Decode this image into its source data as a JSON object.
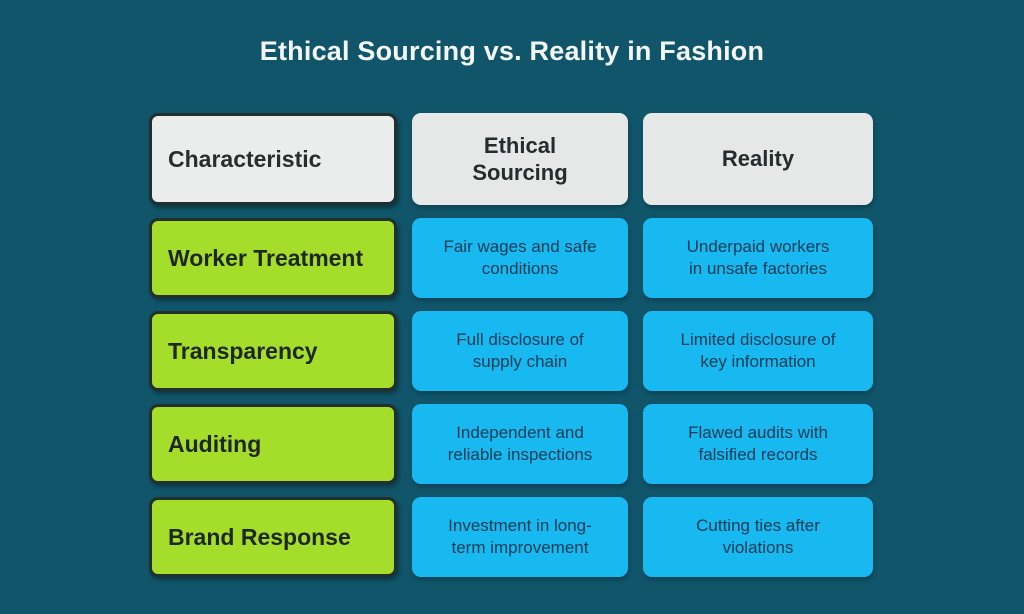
{
  "title": "Ethical Sourcing vs. Reality in Fashion",
  "colors": {
    "background": "#10556a",
    "title_text": "#f4f7f7",
    "header_cell": "#e7e8e8",
    "characteristic_cell": "#a4de2b",
    "value_cell": "#18b8f1",
    "value_text": "#123c55",
    "cell_border": "#22302d"
  },
  "table": {
    "header": {
      "characteristic": "Characteristic",
      "ethical": "Ethical\nSourcing",
      "reality": "Reality"
    },
    "rows": [
      {
        "characteristic": "Worker Treatment",
        "ethical": "Fair wages and safe\nconditions",
        "reality": "Underpaid workers\nin unsafe factories"
      },
      {
        "characteristic": "Transparency",
        "ethical": "Full disclosure of\nsupply chain",
        "reality": "Limited disclosure of\nkey information"
      },
      {
        "characteristic": "Auditing",
        "ethical": "Independent and\nreliable inspections",
        "reality": "Flawed audits with\nfalsified records"
      },
      {
        "characteristic": "Brand Response",
        "ethical": "Investment in long-\nterm improvement",
        "reality": "Cutting ties after\nviolations"
      }
    ]
  }
}
